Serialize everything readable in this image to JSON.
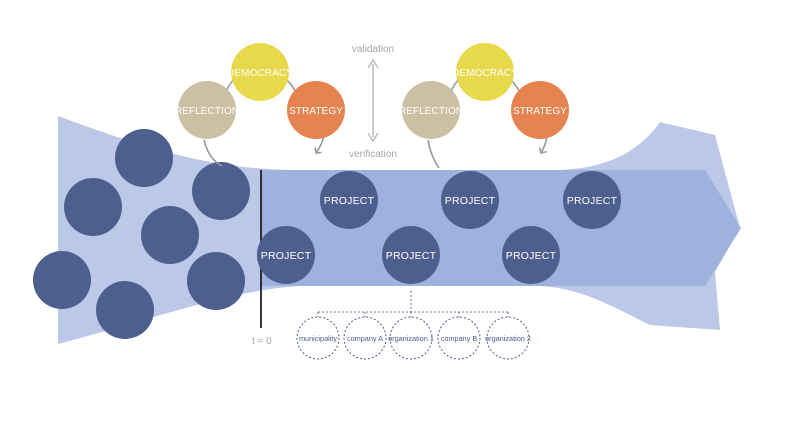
{
  "colors": {
    "stream_light": "#bcc8e8",
    "band": "#9fb2de",
    "dot": "#4d5f8e",
    "democracy": "#e8d84c",
    "reflection": "#ccbfa3",
    "strategy": "#e58451",
    "connector": "#999999",
    "org_stroke": "#3f4b7d",
    "label_grey": "#a6a6a6"
  },
  "cycles": [
    {
      "democracy": "DEMOCRACY",
      "reflection": "REFLECTION",
      "strategy": "STRATEGY"
    },
    {
      "democracy": "DEMOCRACY",
      "reflection": "REFLECTION",
      "strategy": "STRATEGY"
    }
  ],
  "validation_label": "validation",
  "verification_label": "verification",
  "time_label": "t = 0",
  "projects": [
    "PROJECT",
    "PROJECT",
    "PROJECT",
    "PROJECT",
    "PROJECT",
    "PROJECT"
  ],
  "stakeholders": [
    "municipality",
    "company A",
    "organization 1",
    "company B",
    "organization 2"
  ]
}
